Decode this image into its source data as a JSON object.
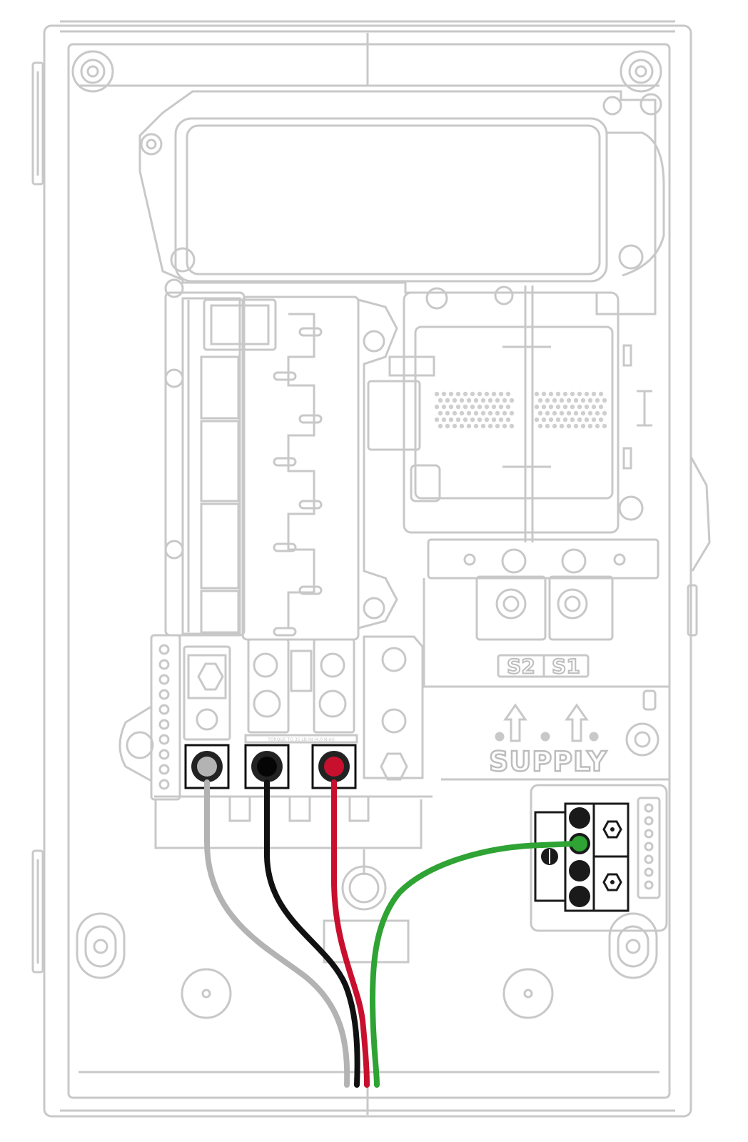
{
  "labels": {
    "terminal_s2": "S2",
    "terminal_s1": "S1",
    "supply": "SUPPLY",
    "bus_note": "TORQUE TO 35 LB-IN (4.0 N-m)"
  },
  "colors": {
    "outline": "#c8c8c8",
    "outline_dark": "#b4b4b4",
    "neutral_wire": "#b3b3b3",
    "black_wire": "#111111",
    "red_wire": "#c8102e",
    "ground_wire": "#2fa333",
    "ground_lug": "#1a1a1a"
  },
  "wires": [
    {
      "name": "neutral-wire",
      "color_key": "neutral_wire"
    },
    {
      "name": "line-black-wire",
      "color_key": "black_wire"
    },
    {
      "name": "line-red-wire",
      "color_key": "red_wire"
    },
    {
      "name": "ground-wire",
      "color_key": "ground_wire"
    }
  ]
}
